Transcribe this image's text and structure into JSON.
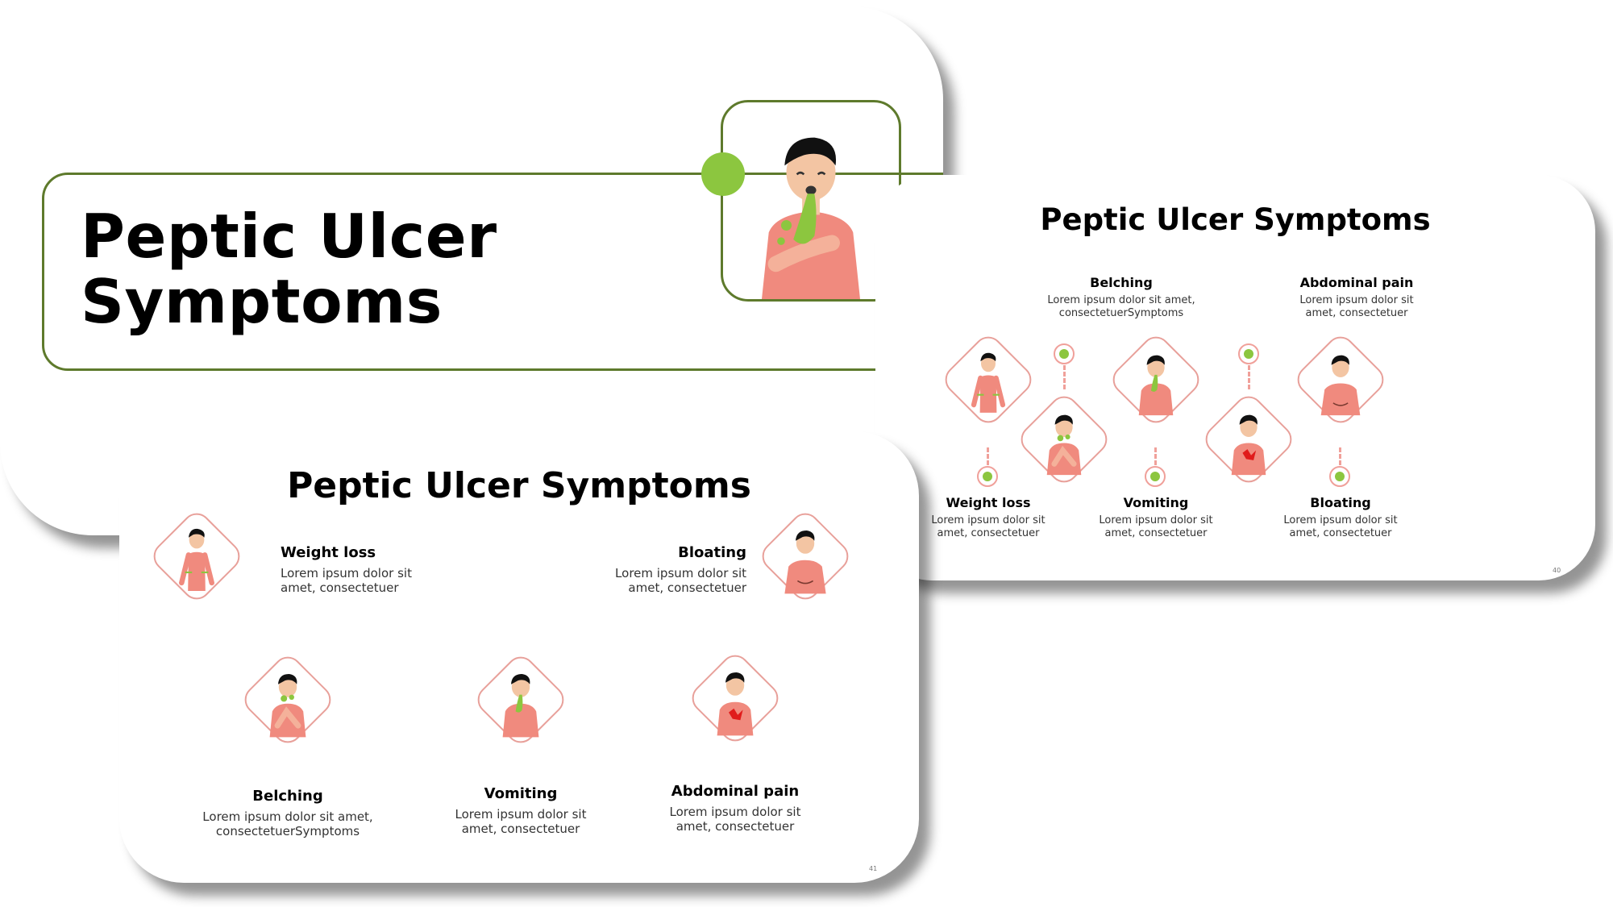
{
  "cover": {
    "title_line1": "Peptic Ulcer",
    "title_line2": "Symptoms"
  },
  "slide_grid": {
    "title": "Peptic Ulcer Symptoms",
    "items": [
      {
        "heading": "Weight loss",
        "desc_line1": "Lorem ipsum dolor sit",
        "desc_line2": "amet, consectetuer"
      },
      {
        "heading": "Bloating",
        "desc_line1": "Lorem ipsum dolor sit",
        "desc_line2": "amet, consectetuer"
      },
      {
        "heading": "Belching",
        "desc_line1": "Lorem ipsum dolor sit amet,",
        "desc_line2": "consectetuerSymptoms"
      },
      {
        "heading": "Vomiting",
        "desc_line1": "Lorem ipsum dolor sit",
        "desc_line2": "amet, consectetuer"
      },
      {
        "heading": "Abdominal  pain",
        "desc_line1": "Lorem ipsum dolor sit",
        "desc_line2": "amet, consectetuer"
      }
    ],
    "page_number": "41"
  },
  "slide_timeline": {
    "title": "Peptic Ulcer Symptoms",
    "items": [
      {
        "heading": "Belching",
        "desc_line1": "Lorem ipsum dolor sit amet,",
        "desc_line2": "consectetuerSymptoms"
      },
      {
        "heading": "Abdominal  pain",
        "desc_line1": "Lorem ipsum dolor sit",
        "desc_line2": "amet, consectetuer"
      },
      {
        "heading": "Weight  loss",
        "desc_line1": "Lorem ipsum dolor sit",
        "desc_line2": "amet, consectetuer"
      },
      {
        "heading": "Vomiting",
        "desc_line1": "Lorem ipsum dolor sit",
        "desc_line2": "amet, consectetuer"
      },
      {
        "heading": "Bloating",
        "desc_line1": "Lorem ipsum dolor sit",
        "desc_line2": "amet, consectetuer"
      }
    ],
    "page_number": "40"
  },
  "colors": {
    "accent_green": "#8cc63f",
    "frame_green": "#5e7a2c",
    "diamond_border": "#e8a09a",
    "shirt": "#f08a7e"
  }
}
